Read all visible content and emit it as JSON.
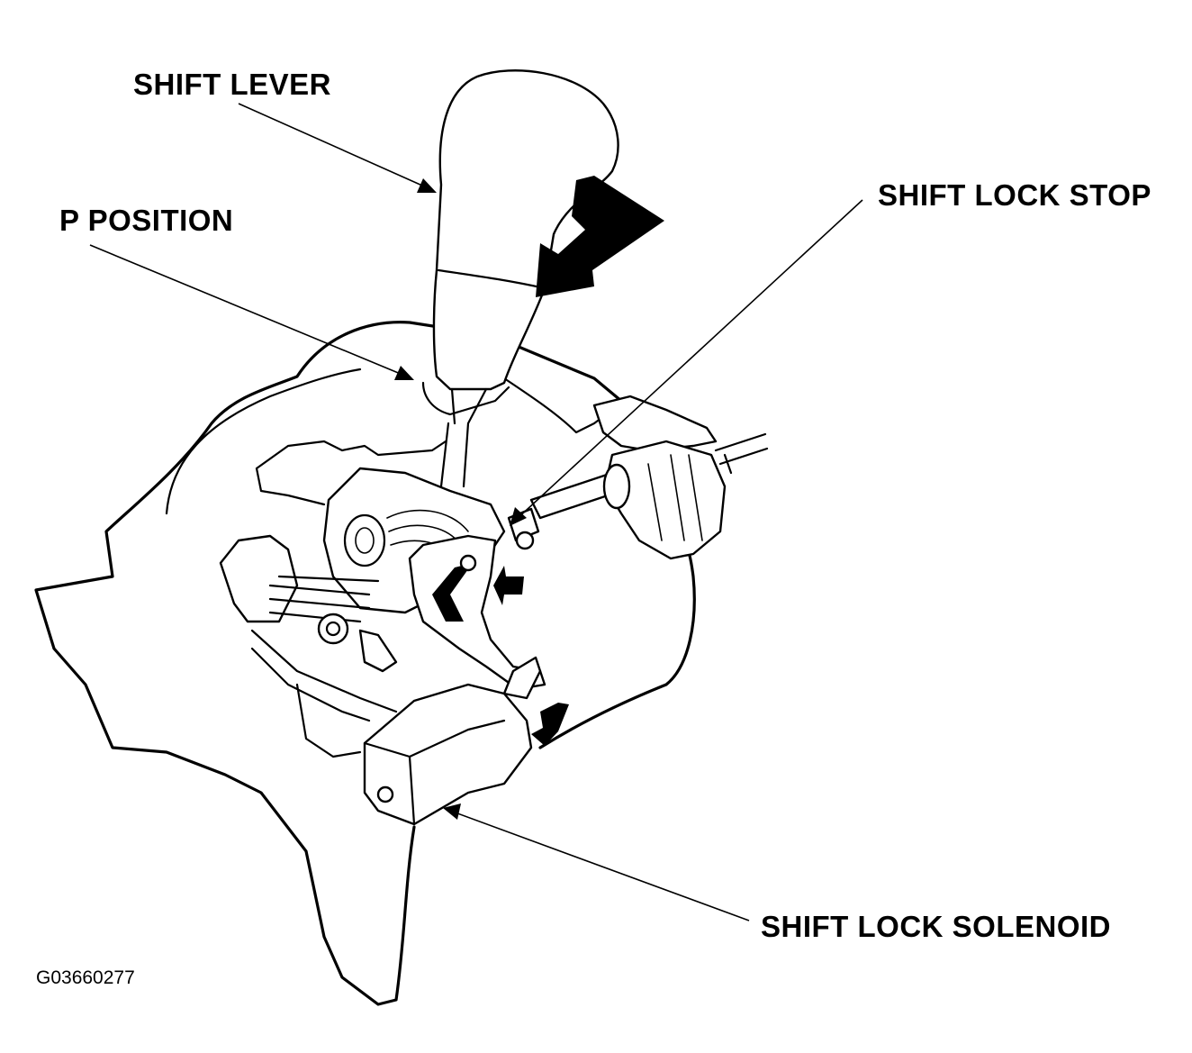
{
  "labels": {
    "shift_lever": "SHIFT LEVER",
    "p_position": "P POSITION",
    "shift_lock_stop": "SHIFT LOCK STOP",
    "shift_lock_solenoid": "SHIFT LOCK SOLENOID"
  },
  "figure_id": "G03660277"
}
